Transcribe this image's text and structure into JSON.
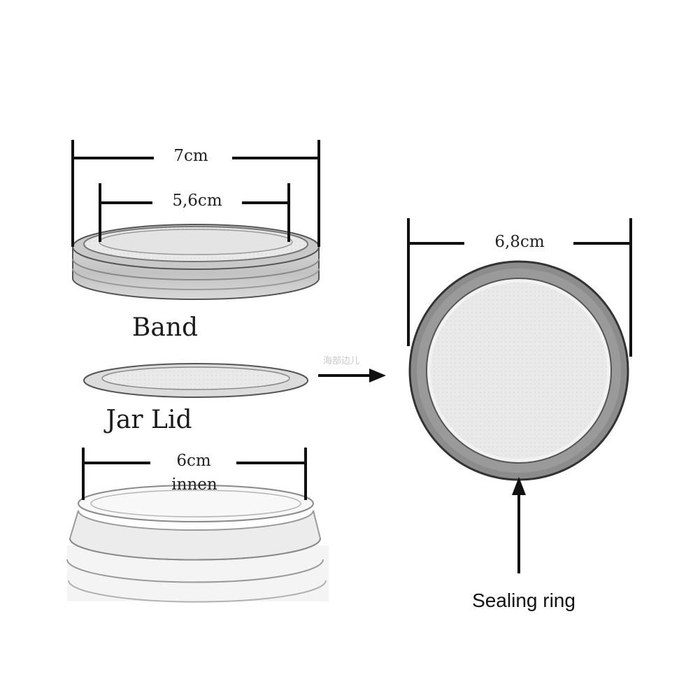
{
  "dimensions": {
    "band_outer": "7cm",
    "band_inner": "5,6cm",
    "lid": "6,8cm",
    "jar_opening": "6cm",
    "jar_opening_note": "innen"
  },
  "labels": {
    "band": "Band",
    "jar_lid": "Jar Lid",
    "sealing_ring": "Sealing ring"
  },
  "watermark": "海部边儿"
}
